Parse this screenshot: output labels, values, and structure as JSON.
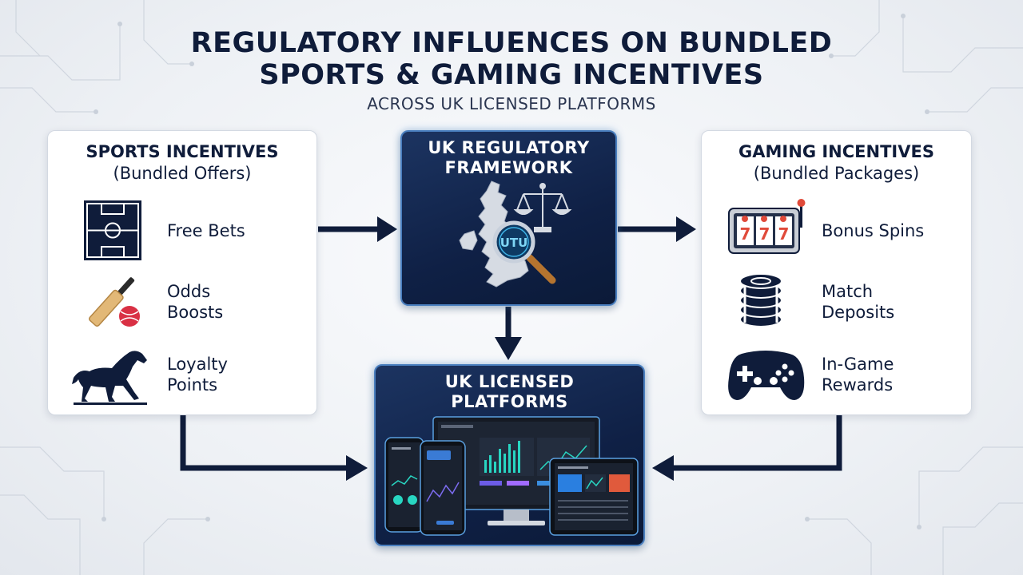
{
  "header": {
    "title_line1": "REGULATORY INFLUENCES ON BUNDLED",
    "title_line2": "SPORTS & GAMING INCENTIVES",
    "subtitle": "ACROSS UK LICENSED PLATFORMS"
  },
  "sports": {
    "title": "SPORTS INCENTIVES",
    "subtitle": "(Bundled Offers)",
    "items": [
      {
        "line1": "Free Bets",
        "line2": "",
        "icon": "football-pitch-icon"
      },
      {
        "line1": "Odds",
        "line2": "Boosts",
        "icon": "cricket-bat-ball-icon"
      },
      {
        "line1": "Loyalty",
        "line2": "Points",
        "icon": "racehorse-icon"
      }
    ]
  },
  "framework": {
    "title_line1": "UK REGULATORY",
    "title_line2": "FRAMEWORK",
    "icons": [
      "uk-map-icon",
      "scales-of-justice-icon",
      "magnifying-glass-icon"
    ],
    "magnifier_text": "UTU"
  },
  "gaming": {
    "title": "GAMING INCENTIVES",
    "subtitle": "(Bundled Packages)",
    "items": [
      {
        "line1": "Bonus Spins",
        "line2": "",
        "icon": "slot-machine-icon",
        "reels": [
          "7",
          "7",
          "7"
        ]
      },
      {
        "line1": "Match",
        "line2": "Deposits",
        "icon": "poker-chips-icon"
      },
      {
        "line1": "In-Game",
        "line2": "Rewards",
        "icon": "game-controller-icon"
      }
    ]
  },
  "platforms": {
    "title_line1": "UK LICENSED",
    "title_line2": "PLATFORMS",
    "devices": [
      "monitor-dashboard",
      "phone-left",
      "phone-right",
      "tablet-dashboard"
    ]
  },
  "colors": {
    "navy": "#0f1c3a",
    "box_bg": "#12264f",
    "glow": "#4a8cd2",
    "accent_teal": "#28d6c2",
    "accent_red": "#e05a3c"
  }
}
